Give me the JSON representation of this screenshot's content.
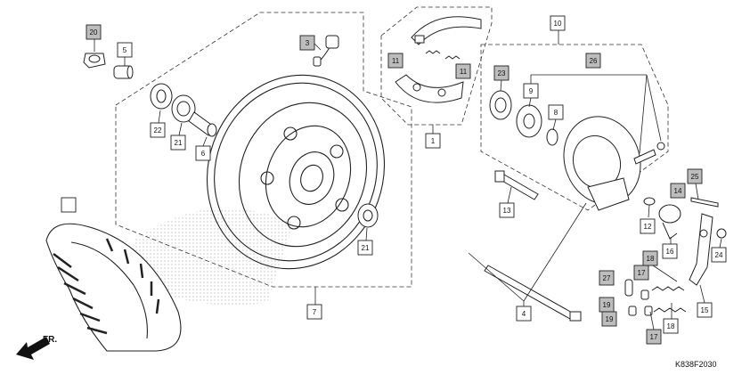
{
  "diagram": {
    "code": "K838F2030",
    "direction_label": "FR.",
    "callouts": [
      {
        "id": "c20",
        "label": "20"
      },
      {
        "id": "c5",
        "label": "5"
      },
      {
        "id": "c3",
        "label": "3"
      },
      {
        "id": "c22",
        "label": "22"
      },
      {
        "id": "c21a",
        "label": "21"
      },
      {
        "id": "c6",
        "label": "6"
      },
      {
        "id": "c21b",
        "label": "21"
      },
      {
        "id": "c7",
        "label": "7"
      },
      {
        "id": "c11a",
        "label": "11"
      },
      {
        "id": "c11b",
        "label": "11"
      },
      {
        "id": "c1",
        "label": "1"
      },
      {
        "id": "c10",
        "label": "10"
      },
      {
        "id": "c23",
        "label": "23"
      },
      {
        "id": "c26",
        "label": "26"
      },
      {
        "id": "c9",
        "label": "9"
      },
      {
        "id": "c8",
        "label": "8"
      },
      {
        "id": "c13",
        "label": "13"
      },
      {
        "id": "c25",
        "label": "25"
      },
      {
        "id": "c14",
        "label": "14"
      },
      {
        "id": "c12",
        "label": "12"
      },
      {
        "id": "c16",
        "label": "16"
      },
      {
        "id": "c24",
        "label": "24"
      },
      {
        "id": "c27",
        "label": "27"
      },
      {
        "id": "c17a",
        "label": "17"
      },
      {
        "id": "c18a",
        "label": "18"
      },
      {
        "id": "c15",
        "label": "15"
      },
      {
        "id": "c19a",
        "label": "19"
      },
      {
        "id": "c19b",
        "label": "19"
      },
      {
        "id": "c18b",
        "label": "18"
      },
      {
        "id": "c17b",
        "label": "17"
      },
      {
        "id": "c4",
        "label": "4"
      },
      {
        "id": "ctire",
        "label": ""
      }
    ]
  }
}
